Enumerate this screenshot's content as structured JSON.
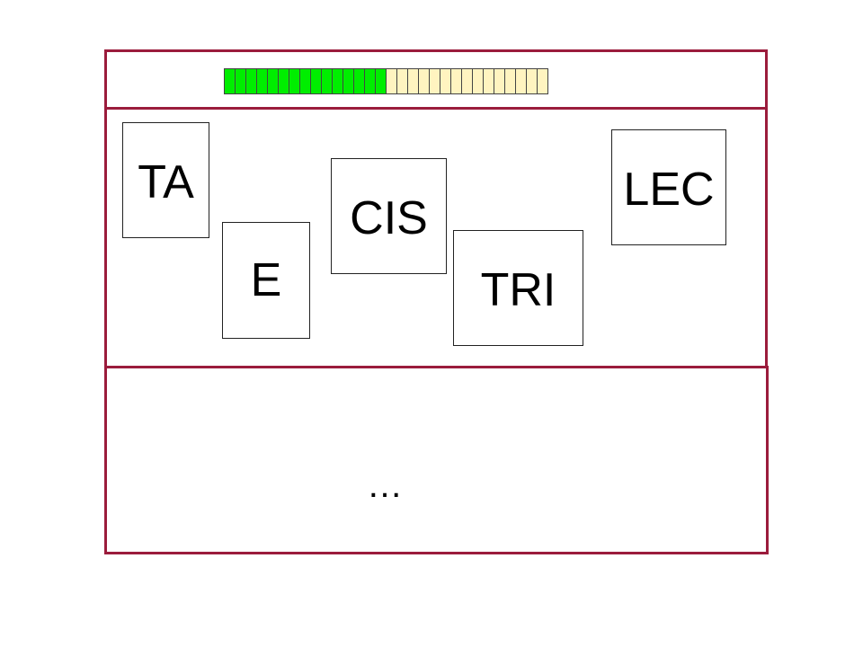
{
  "progress": {
    "filled_segments": 15,
    "total_segments": 30,
    "filled_color": "#00ee00",
    "empty_color": "#fff4c0"
  },
  "frame_color": "#9b1c3c",
  "cards": {
    "ta": "TA",
    "e": "E",
    "cis": "CIS",
    "tri": "TRI",
    "lec": "LEC"
  },
  "bottom": {
    "ellipsis": "…"
  }
}
